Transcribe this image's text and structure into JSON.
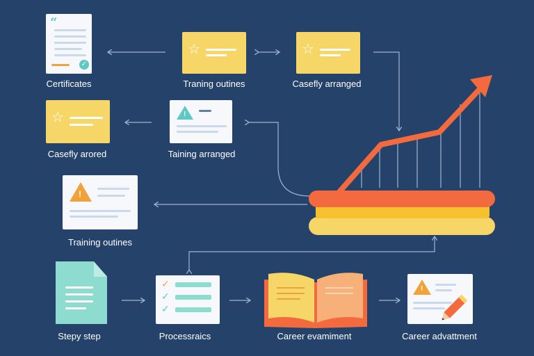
{
  "labels": {
    "certificates": "Certificates",
    "training_outines_top": "Traning outines",
    "casefly_arranged": "Casefly arranged",
    "casefly_arored": "Casefly arored",
    "taining_arranged": "Taining arranged",
    "training_outines_mid": "Training outines",
    "stepy_step": "Stepy step",
    "processraics": "Processraics",
    "career_evamiment": "Career evamiment",
    "career_advattment": "Career advattment"
  },
  "colors": {
    "background": "#25426a",
    "card_white": "#f7f8fb",
    "card_yellow": "#f6d667",
    "teal": "#5ec8c3",
    "orange": "#f0a33a",
    "red_orange": "#f26a3d",
    "connector": "#9fb6d1"
  },
  "icons": {
    "quote": "quote-icon",
    "check_badge": "check-badge-icon",
    "star": "star-icon",
    "warning": "warning-icon",
    "checkmark": "checkmark-icon",
    "pencil": "pencil-icon",
    "trend_arrow": "trend-arrow-icon",
    "book": "open-book-icon"
  }
}
